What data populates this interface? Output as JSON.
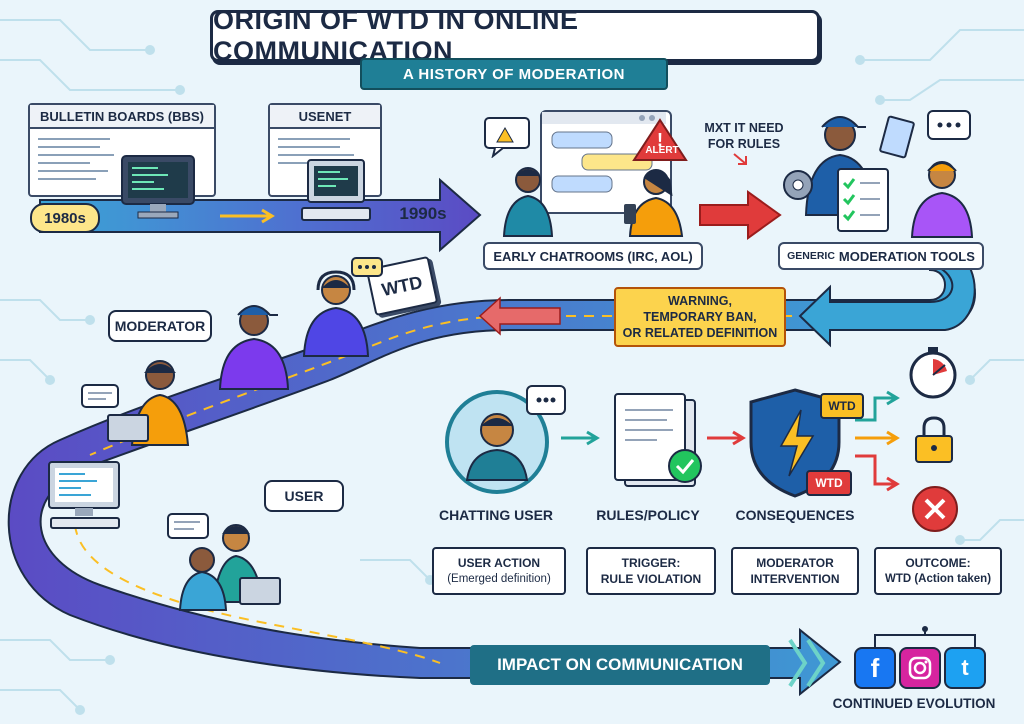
{
  "header": {
    "title": "ORIGIN OF WTD IN ONLINE COMMUNICATION",
    "subtitle": "A HISTORY OF MODERATION"
  },
  "timeline": {
    "bbs_label": "BULLETIN BOARDS (BBS)",
    "usenet_label": "USENET",
    "year_1980": "1980s",
    "year_1990": "1990s",
    "chatrooms_label": "EARLY CHATROOMS (IRC, AOL)",
    "alert_label": "ALERT",
    "need_rules_line1": "MXT IT NEED",
    "need_rules_line2": "FOR RULES",
    "moderation_tools_prefix": "GENERIC",
    "moderation_tools_label": "MODERATION TOOLS",
    "warning_line1": "WARNING,",
    "warning_line2": "TEMPORARY BAN,",
    "warning_line3": "OR RELATED DEFINITION",
    "wtd_sign": "WTD",
    "moderator_label": "MODERATOR",
    "user_label": "USER"
  },
  "process": {
    "steps": [
      {
        "title": "CHATTING USER",
        "box_line1": "USER ACTION",
        "box_line2": "(Emerged definition)"
      },
      {
        "title": "RULES/POLICY",
        "box_line1": "TRIGGER:",
        "box_line2": "RULE VIOLATION"
      },
      {
        "title": "CONSEQUENCES",
        "box_line1": "MODERATOR",
        "box_line2": "INTERVENTION"
      },
      {
        "title": "",
        "box_line1": "OUTCOME:",
        "box_line2": "WTD (Action taken)"
      }
    ],
    "shield_badge_top": "WTD",
    "shield_badge_bottom": "WTD"
  },
  "footer": {
    "impact_label": "IMPACT ON COMMUNICATION",
    "evolution_label": "CONTINUED EVOLUTION",
    "social": {
      "facebook": "f",
      "twitter": "t"
    }
  },
  "colors": {
    "path": "#5b4bc4",
    "path_light": "#3aa5d6",
    "accent_teal": "#1f7f96",
    "warning": "#fcd34d",
    "red_arrow": "#e03b3b"
  },
  "icons": [
    "monitor-icon",
    "keyboard-icon",
    "alert-icon",
    "chat-bubble-icon",
    "gear-icon",
    "clipboard-icon",
    "headset-icon",
    "shield-lightning-icon",
    "stopwatch-icon",
    "lock-icon",
    "x-circle-icon",
    "checkmark-icon",
    "facebook-icon",
    "instagram-icon",
    "twitter-icon"
  ]
}
